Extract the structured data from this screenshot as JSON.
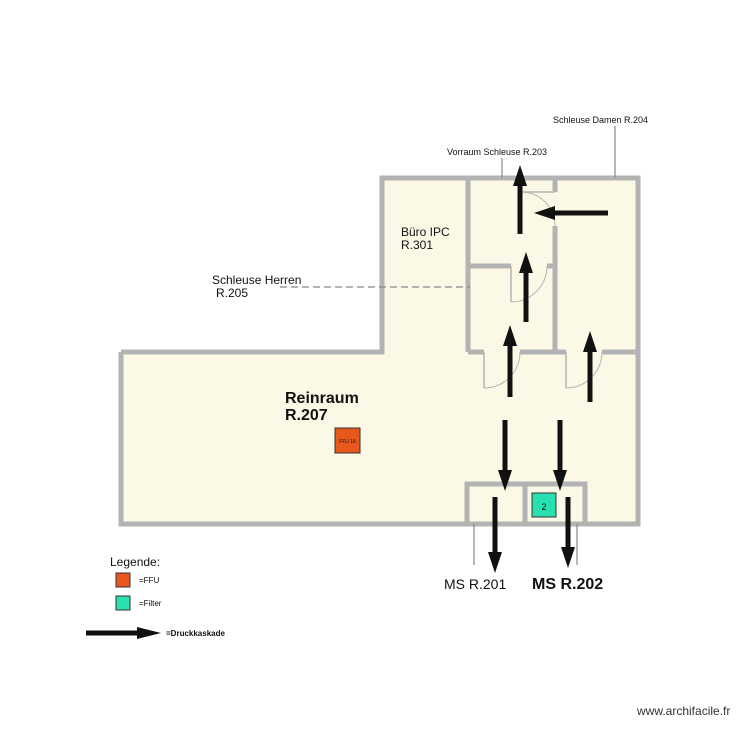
{
  "rooms": {
    "reinraum": {
      "name": "Reinraum",
      "number": "R.207"
    },
    "buero": {
      "name": "Büro IPC",
      "number": "R.301"
    },
    "schleuse_herren": {
      "name": "Schleuse Herren",
      "number": "R.205"
    },
    "vorraum": {
      "label": "Vorraum Schleuse R.203"
    },
    "schleuse_damen": {
      "label": "Schleuse Damen R.204"
    },
    "ms201": {
      "label": "MS R.201"
    },
    "ms202": {
      "label": "MS R.202"
    }
  },
  "equipment": {
    "ffu": {
      "label": "FFU 18",
      "color": "#e8581c"
    },
    "filter": {
      "label": "2",
      "color": "#28e0b0"
    }
  },
  "legend": {
    "title": "Legende:",
    "ffu": "=FFU",
    "filter": "=Filter",
    "druckkaskade": "=Druckkaskade"
  },
  "watermark": "www.archifacile.fr"
}
